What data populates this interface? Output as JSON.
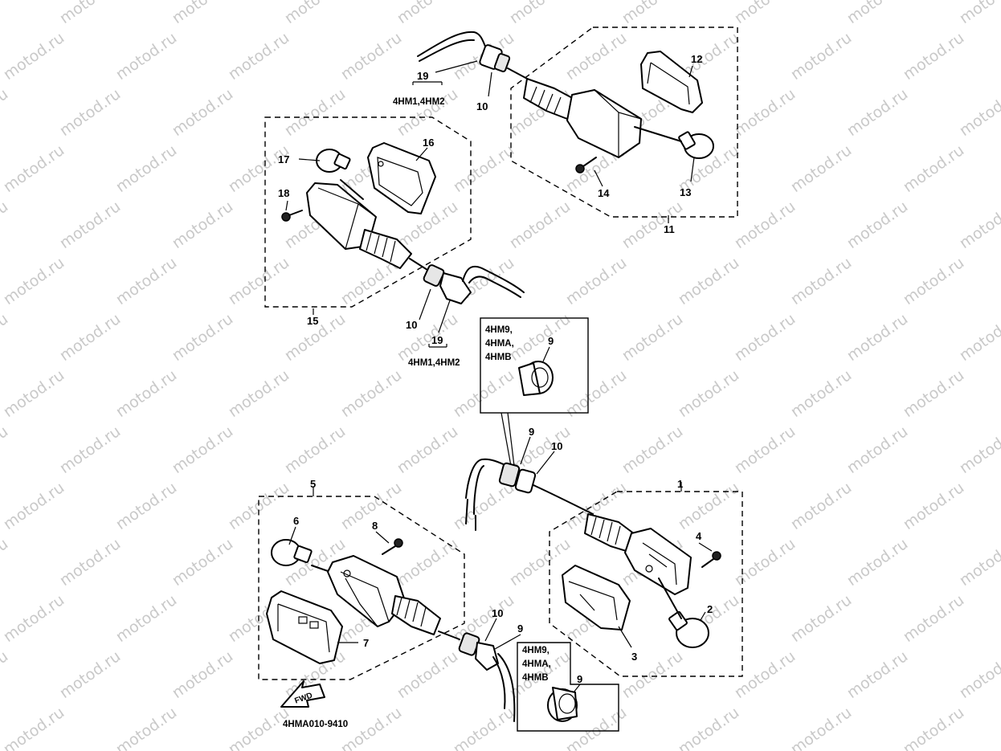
{
  "watermark": "motod.ru",
  "drawing_code": "4HMA010-9410",
  "fwd_label": "FWD",
  "callouts": {
    "c1": "1",
    "c2": "2",
    "c3": "3",
    "c4": "4",
    "c5": "5",
    "c6": "6",
    "c7": "7",
    "c8": "8",
    "c9a": "9",
    "c9b": "9",
    "c9c": "9",
    "c9d": "9",
    "c10a": "10",
    "c10b": "10",
    "c10c": "10",
    "c10d": "10",
    "c11": "11",
    "c12": "12",
    "c13": "13",
    "c14": "14",
    "c15": "15",
    "c16": "16",
    "c17": "17",
    "c18": "18",
    "c19a": "19",
    "c19b": "19"
  },
  "model_notes": {
    "top_right_cable": "4HM1,4HM2",
    "left_cable": "4HM1,4HM2",
    "center_box": [
      "4HM9,",
      "4HMA,",
      "4HMB"
    ],
    "bottom_box": [
      "4HM9,",
      "4HMA,",
      "4HMB"
    ]
  }
}
